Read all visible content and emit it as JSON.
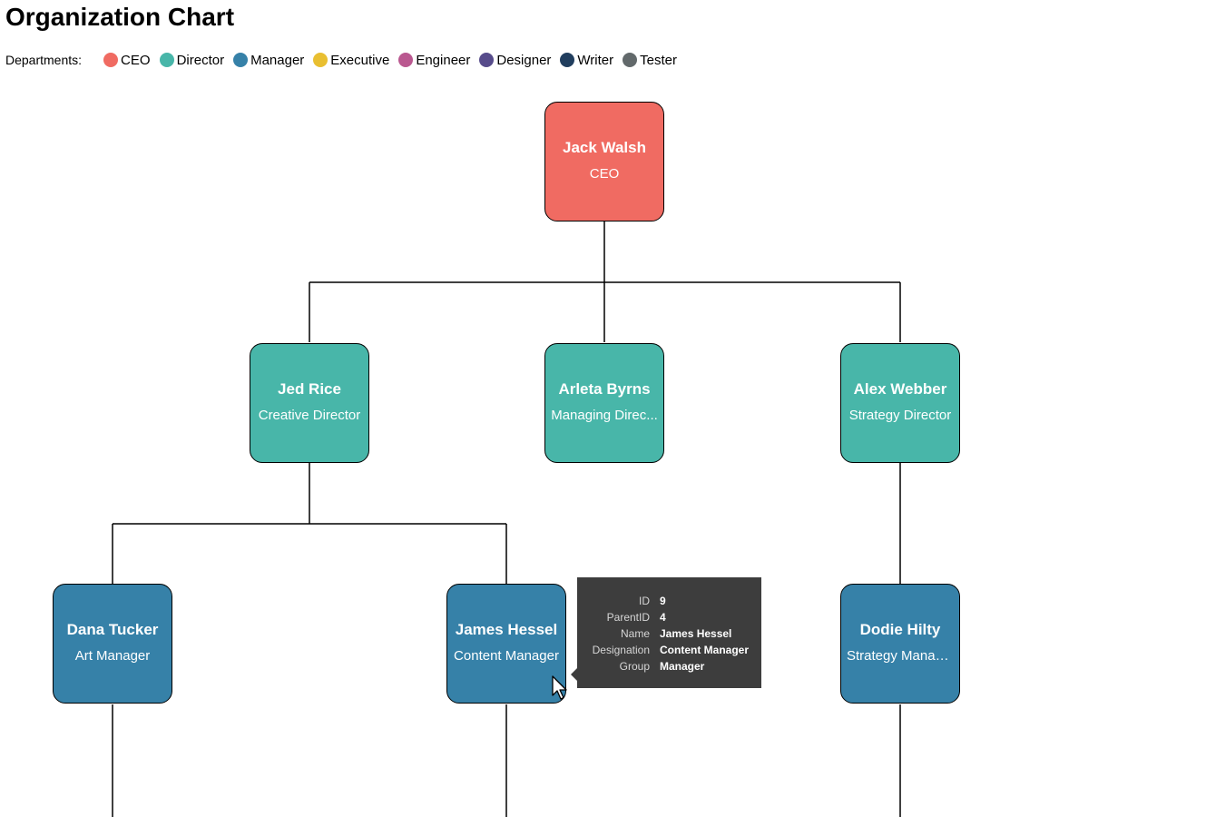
{
  "page": {
    "title": "Organization Chart"
  },
  "legend": {
    "label": "Departments:",
    "items": [
      {
        "name": "CEO",
        "color": "#f06b62"
      },
      {
        "name": "Director",
        "color": "#48b6a9"
      },
      {
        "name": "Manager",
        "color": "#3681a8"
      },
      {
        "name": "Executive",
        "color": "#e9bf31"
      },
      {
        "name": "Engineer",
        "color": "#ba5890"
      },
      {
        "name": "Designer",
        "color": "#574c8b"
      },
      {
        "name": "Writer",
        "color": "#213e5e"
      },
      {
        "name": "Tester",
        "color": "#62696b"
      }
    ]
  },
  "nodes": {
    "jack_walsh": {
      "name": "Jack Walsh",
      "title": "CEO",
      "color": "#f06b62"
    },
    "jed_rice": {
      "name": "Jed Rice",
      "title": "Creative Director",
      "color": "#48b6a9"
    },
    "arleta_byrns": {
      "name": "Arleta Byrns",
      "title": "Managing Direc...",
      "color": "#48b6a9"
    },
    "alex_webber": {
      "name": "Alex Webber",
      "title": "Strategy Director",
      "color": "#48b6a9"
    },
    "dana_tucker": {
      "name": "Dana Tucker",
      "title": "Art Manager",
      "color": "#3681a8"
    },
    "james_hessel": {
      "name": "James Hessel",
      "title": "Content Manager",
      "color": "#3681a8"
    },
    "dodie_hilty": {
      "name": "Dodie Hilty",
      "title": "Strategy Manag...",
      "color": "#3681a8"
    }
  },
  "tooltip": {
    "rows": [
      {
        "key": "ID",
        "value": "9"
      },
      {
        "key": "ParentID",
        "value": "4"
      },
      {
        "key": "Name",
        "value": "James Hessel"
      },
      {
        "key": "Designation",
        "value": "Content Manager"
      },
      {
        "key": "Group",
        "value": "Manager"
      }
    ]
  }
}
